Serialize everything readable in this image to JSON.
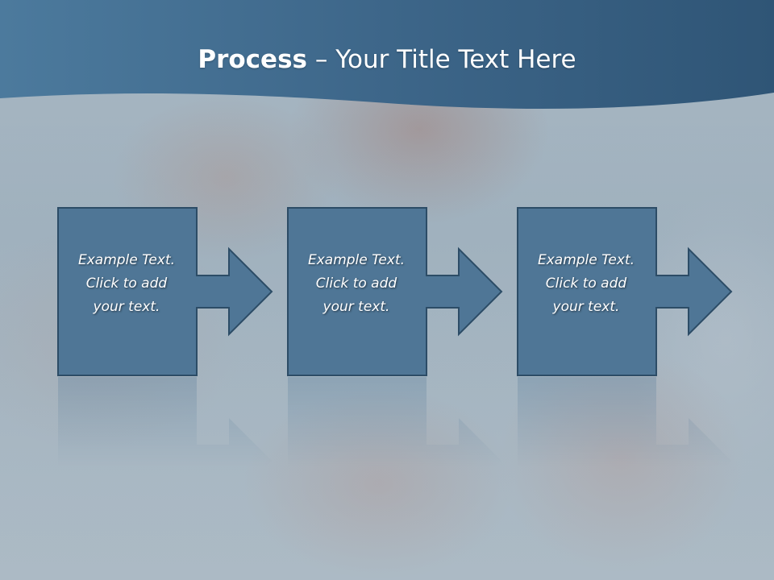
{
  "slide": {
    "title_bold": "Process",
    "title_rest": " – Your Title Text Here"
  },
  "steps": [
    {
      "line1": "Example Text.",
      "line2": "Click  to add",
      "line3": "your text."
    },
    {
      "line1": "Example Text.",
      "line2": "Click  to add",
      "line3": "your text."
    },
    {
      "line1": "Example Text.",
      "line2": "Click  to add",
      "line3": "your text."
    }
  ],
  "colors": {
    "banner": "#3b6588",
    "box": "#4e7595",
    "box_border": "#2c4c66"
  }
}
